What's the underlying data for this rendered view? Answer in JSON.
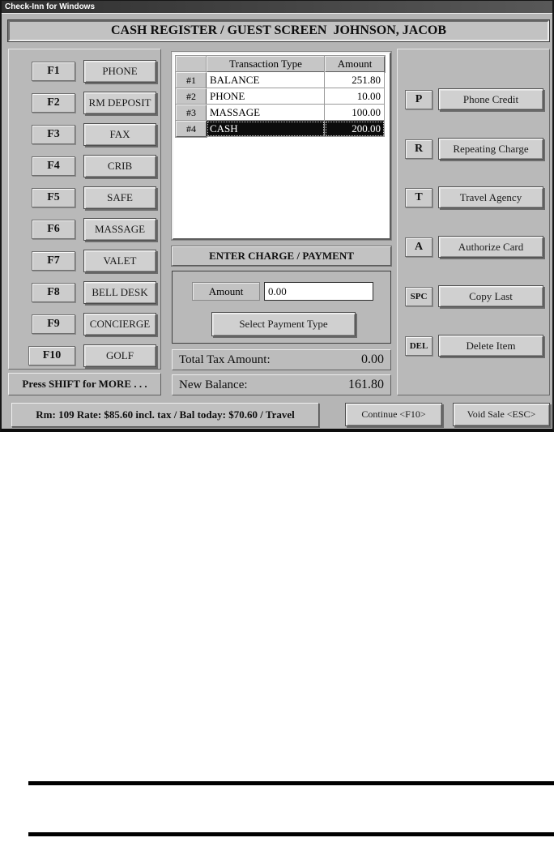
{
  "window": {
    "title": "Check-Inn for Windows"
  },
  "header": {
    "title": "CASH REGISTER / GUEST SCREEN  JOHNSON, JACOB"
  },
  "left_panel": {
    "items": [
      {
        "key": "F1",
        "label": "PHONE"
      },
      {
        "key": "F2",
        "label": "RM DEPOSIT"
      },
      {
        "key": "F3",
        "label": "FAX"
      },
      {
        "key": "F4",
        "label": "CRIB"
      },
      {
        "key": "F5",
        "label": "SAFE"
      },
      {
        "key": "F6",
        "label": "MASSAGE"
      },
      {
        "key": "F7",
        "label": "VALET"
      },
      {
        "key": "F8",
        "label": "BELL DESK"
      },
      {
        "key": "F9",
        "label": "CONCIERGE"
      },
      {
        "key": "F10",
        "label": "GOLF"
      }
    ],
    "more_hint": "Press SHIFT for MORE . . ."
  },
  "transactions": {
    "columns": [
      "Transaction Type",
      "Amount"
    ],
    "rows": [
      {
        "num": "#1",
        "type": "BALANCE",
        "amount": "251.80",
        "selected": false
      },
      {
        "num": "#2",
        "type": "PHONE",
        "amount": "10.00",
        "selected": false
      },
      {
        "num": "#3",
        "type": "MASSAGE",
        "amount": "100.00",
        "selected": false
      },
      {
        "num": "#4",
        "type": "CASH",
        "amount": "200.00",
        "selected": true
      }
    ]
  },
  "charge_panel": {
    "title": "ENTER CHARGE / PAYMENT",
    "amount_label": "Amount",
    "amount_value": "0.00",
    "select_payment_button": "Select Payment Type"
  },
  "totals": {
    "tax_label": "Total Tax Amount:",
    "tax_value": "0.00",
    "balance_label": "New Balance:",
    "balance_value": "161.80"
  },
  "right_panel": {
    "items": [
      {
        "key": "P",
        "label": "Phone Credit"
      },
      {
        "key": "R",
        "label": "Repeating Charge"
      },
      {
        "key": "T",
        "label": "Travel Agency"
      },
      {
        "key": "A",
        "label": "Authorize Card"
      },
      {
        "key": "SPC",
        "label": "Copy Last"
      },
      {
        "key": "DEL",
        "label": "Delete Item"
      }
    ]
  },
  "footer": {
    "info": "Rm: 109 Rate: $85.60 incl. tax / Bal today: $70.60 / Travel",
    "continue_button": "Continue <F10>",
    "void_button": "Void Sale <ESC>"
  }
}
